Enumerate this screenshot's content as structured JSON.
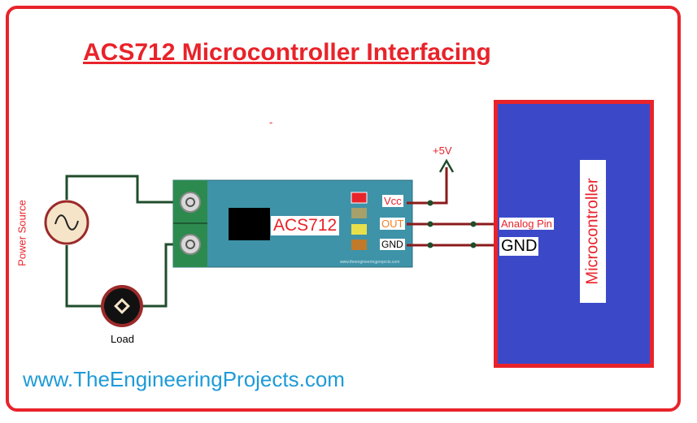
{
  "title": "ACS712 Microcontroller Interfacing",
  "footer": "www.TheEngineeringProjects.com",
  "power_source_label": "Power Source",
  "load_label": "Load",
  "sensor": {
    "label": "ACS712",
    "pins": {
      "vcc": "Vcc",
      "out": "OUT",
      "gnd": "GND"
    },
    "pcb_text": "www.theengineeringprojects.com"
  },
  "supply_label": "+5V",
  "microcontroller": {
    "label": "Microcontroller",
    "analog_pin_label": "Analog Pin",
    "gnd_label": "GND"
  },
  "stray_mark": "-",
  "colors": {
    "frame": "#e8232a",
    "title": "#e8232a",
    "footer": "#1e9bd7",
    "mcu_fill": "#3b49c9",
    "pcb_fill": "#3e93a8",
    "wire_green": "#1f4d2b",
    "wire_red": "#8b1a1a"
  },
  "icons": [
    "ac-source-icon",
    "lamp-icon",
    "terminal-screw-icon",
    "arrow-up-icon"
  ]
}
